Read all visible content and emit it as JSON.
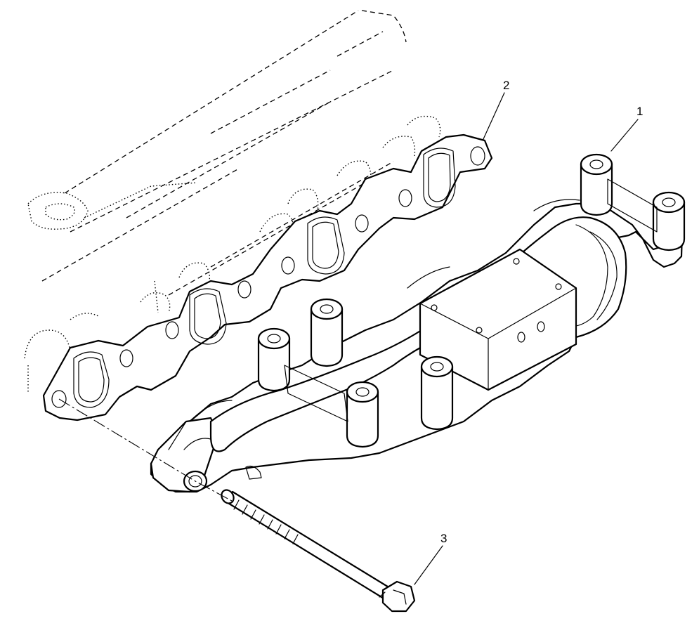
{
  "diagram": {
    "callouts": {
      "one": "1",
      "two": "2",
      "three": "3"
    },
    "parts": [
      {
        "number": "1",
        "part": "exhaust-manifold"
      },
      {
        "number": "2",
        "part": "manifold-gasket"
      },
      {
        "number": "3",
        "part": "flange-bolt"
      }
    ],
    "colors": {
      "line": "#000000",
      "background": "#ffffff"
    }
  }
}
